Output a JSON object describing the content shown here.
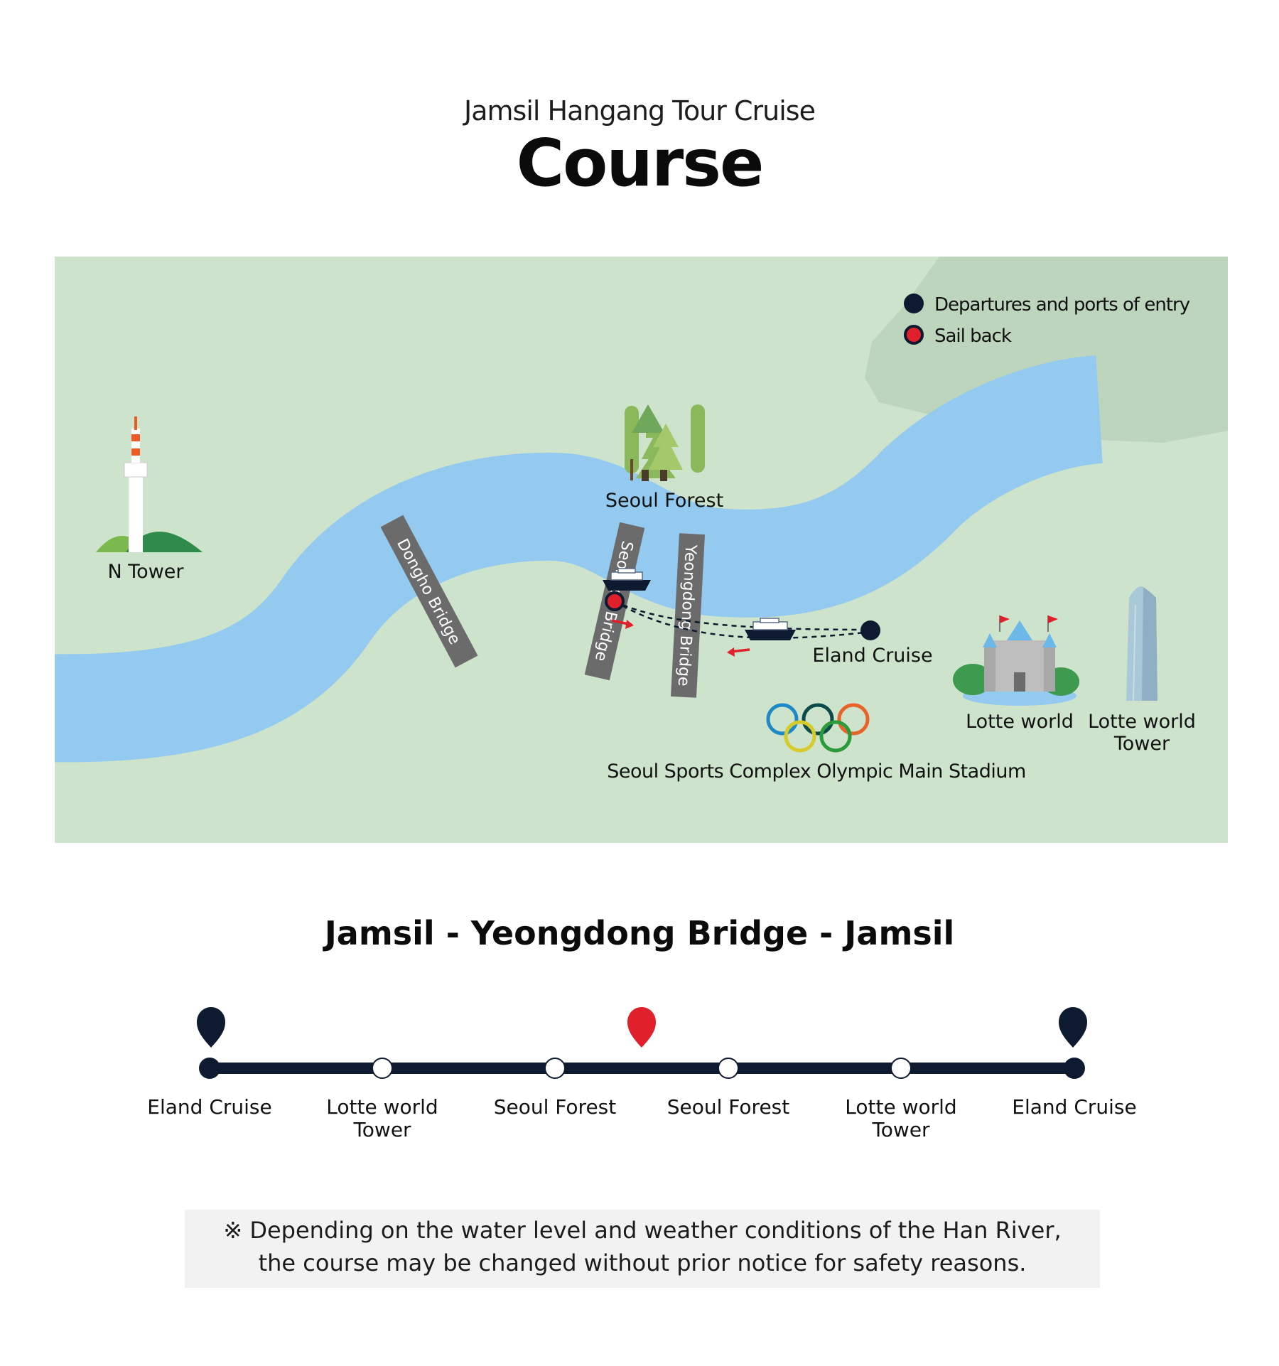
{
  "header": {
    "subtitle": "Jamsil Hangang Tour Cruise",
    "title": "Course"
  },
  "map": {
    "legend": [
      {
        "label": "Departures and ports of entry",
        "color": "#0d1a30"
      },
      {
        "label": "Sail back",
        "color": "#e0202a"
      }
    ],
    "bridges": [
      "Dongho Bridge",
      "Seongsu Bridge",
      "Yeongdong Bridge"
    ],
    "landmarks": {
      "n_tower": "N Tower",
      "seoul_forest": "Seoul Forest",
      "eland_cruise": "Eland Cruise",
      "olympic_stadium": "Seoul Sports Complex Olympic Main Stadium",
      "lotte_world": "Lotte world",
      "lotte_world_tower": "Lotte world\nTower"
    },
    "colors": {
      "land": "#cde3cb",
      "mountain": "#bcd5bc",
      "river": "#94caef",
      "bridge": "#6b6b6b",
      "navy": "#0d1a30",
      "red": "#e0202a"
    }
  },
  "route": {
    "title": "Jamsil - Yeongdong Bridge - Jamsil",
    "stops": [
      {
        "label": "Eland Cruise",
        "type": "port"
      },
      {
        "label": "Lotte world\nTower",
        "type": "stop"
      },
      {
        "label": "Seoul Forest",
        "type": "stop"
      },
      {
        "label": "Seoul Forest",
        "type": "stop"
      },
      {
        "label": "Lotte world\nTower",
        "type": "stop"
      },
      {
        "label": "Eland Cruise",
        "type": "port"
      }
    ],
    "markers": [
      {
        "icon": "navy-pin-icon",
        "color": "#0d1a30"
      },
      {
        "icon": "red-pin-icon",
        "color": "#e0202a"
      },
      {
        "icon": "navy-pin-icon",
        "color": "#0d1a30"
      }
    ]
  },
  "notice": {
    "line1": "※ Depending on the water level and weather conditions of the Han River,",
    "line2": "the course may be changed without prior notice for safety reasons."
  }
}
